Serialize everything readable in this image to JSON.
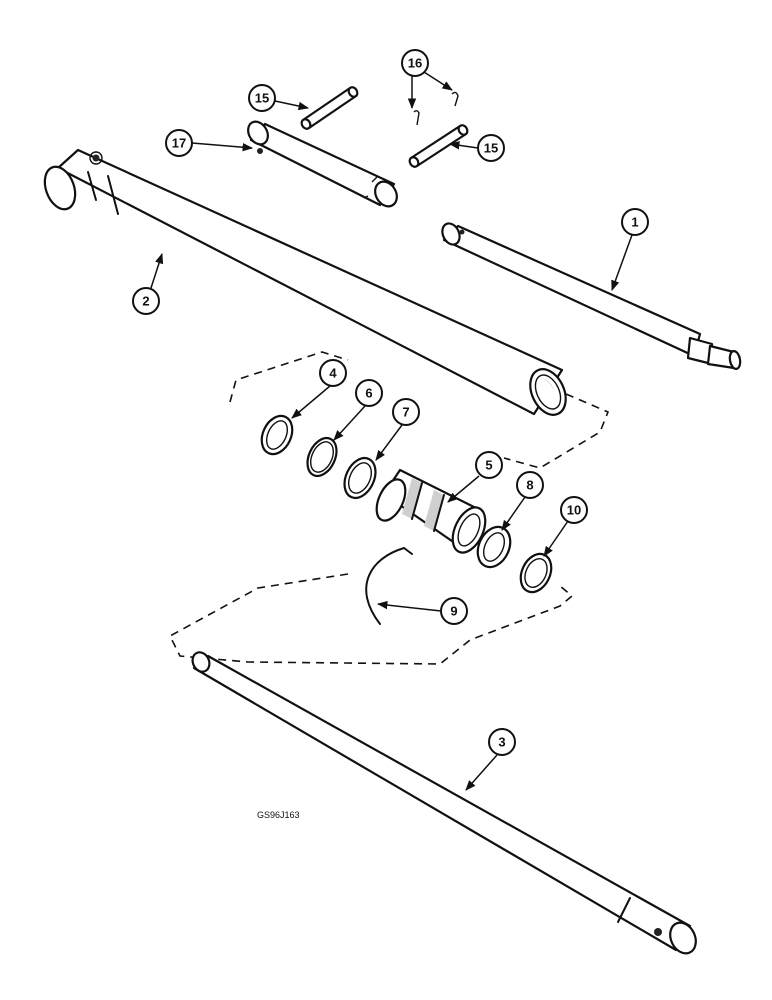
{
  "drawing_code": "GS96J163",
  "callouts": {
    "c1": "1",
    "c2": "2",
    "c3": "3",
    "c4": "4",
    "c5": "5",
    "c6": "6",
    "c7": "7",
    "c8": "8",
    "c9": "9",
    "c10": "10",
    "c15a": "15",
    "c15b": "15",
    "c16": "16",
    "c17": "17"
  }
}
